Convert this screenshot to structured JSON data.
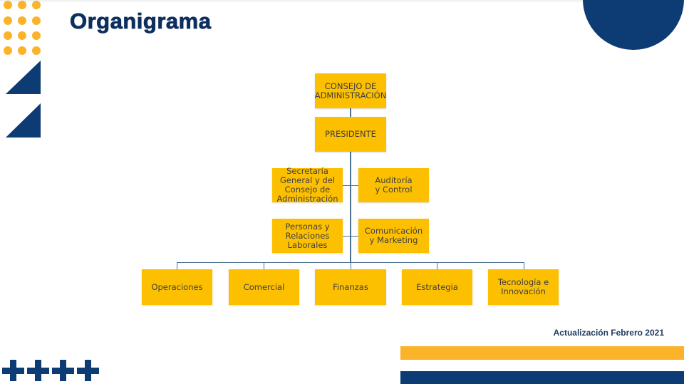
{
  "title": "Organigrama",
  "colors": {
    "navy": "#0d3b73",
    "orange": "#fbb32a",
    "box": "#fdc000"
  },
  "org": {
    "board": "CONSEJO DE ADMINISTRACIÓN",
    "president": "PRESIDENTE",
    "staff": [
      "Secretaría General y del Consejo de Administración",
      "Auditoría y Control",
      "Personas y Relaciones Laborales",
      "Comunicación y Marketing"
    ],
    "divisions": [
      "Operaciones",
      "Comercial",
      "Finanzas",
      "Estrategia",
      "Tecnología e Innovación"
    ]
  },
  "footer": {
    "update": "Actualización Febrero 2021"
  }
}
